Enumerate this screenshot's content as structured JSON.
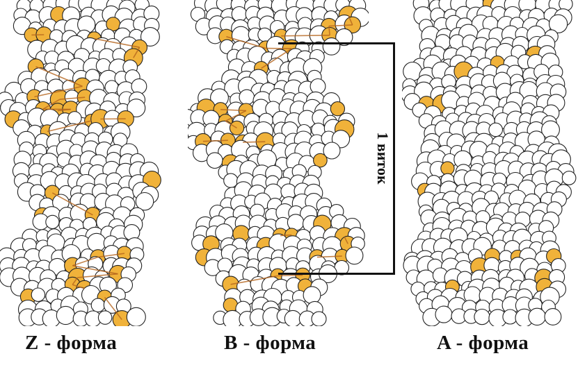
{
  "figure": {
    "captions": {
      "z_form": "Z - форма",
      "b_form": "B - форма",
      "a_form": "A - форма"
    },
    "turn_label": "1 виток"
  },
  "colors": {
    "atom_fill": "#ffffff",
    "atom_outline": "#222222",
    "phosphate_fill": "#f0b23a",
    "backbone_line": "#b5651d"
  }
}
